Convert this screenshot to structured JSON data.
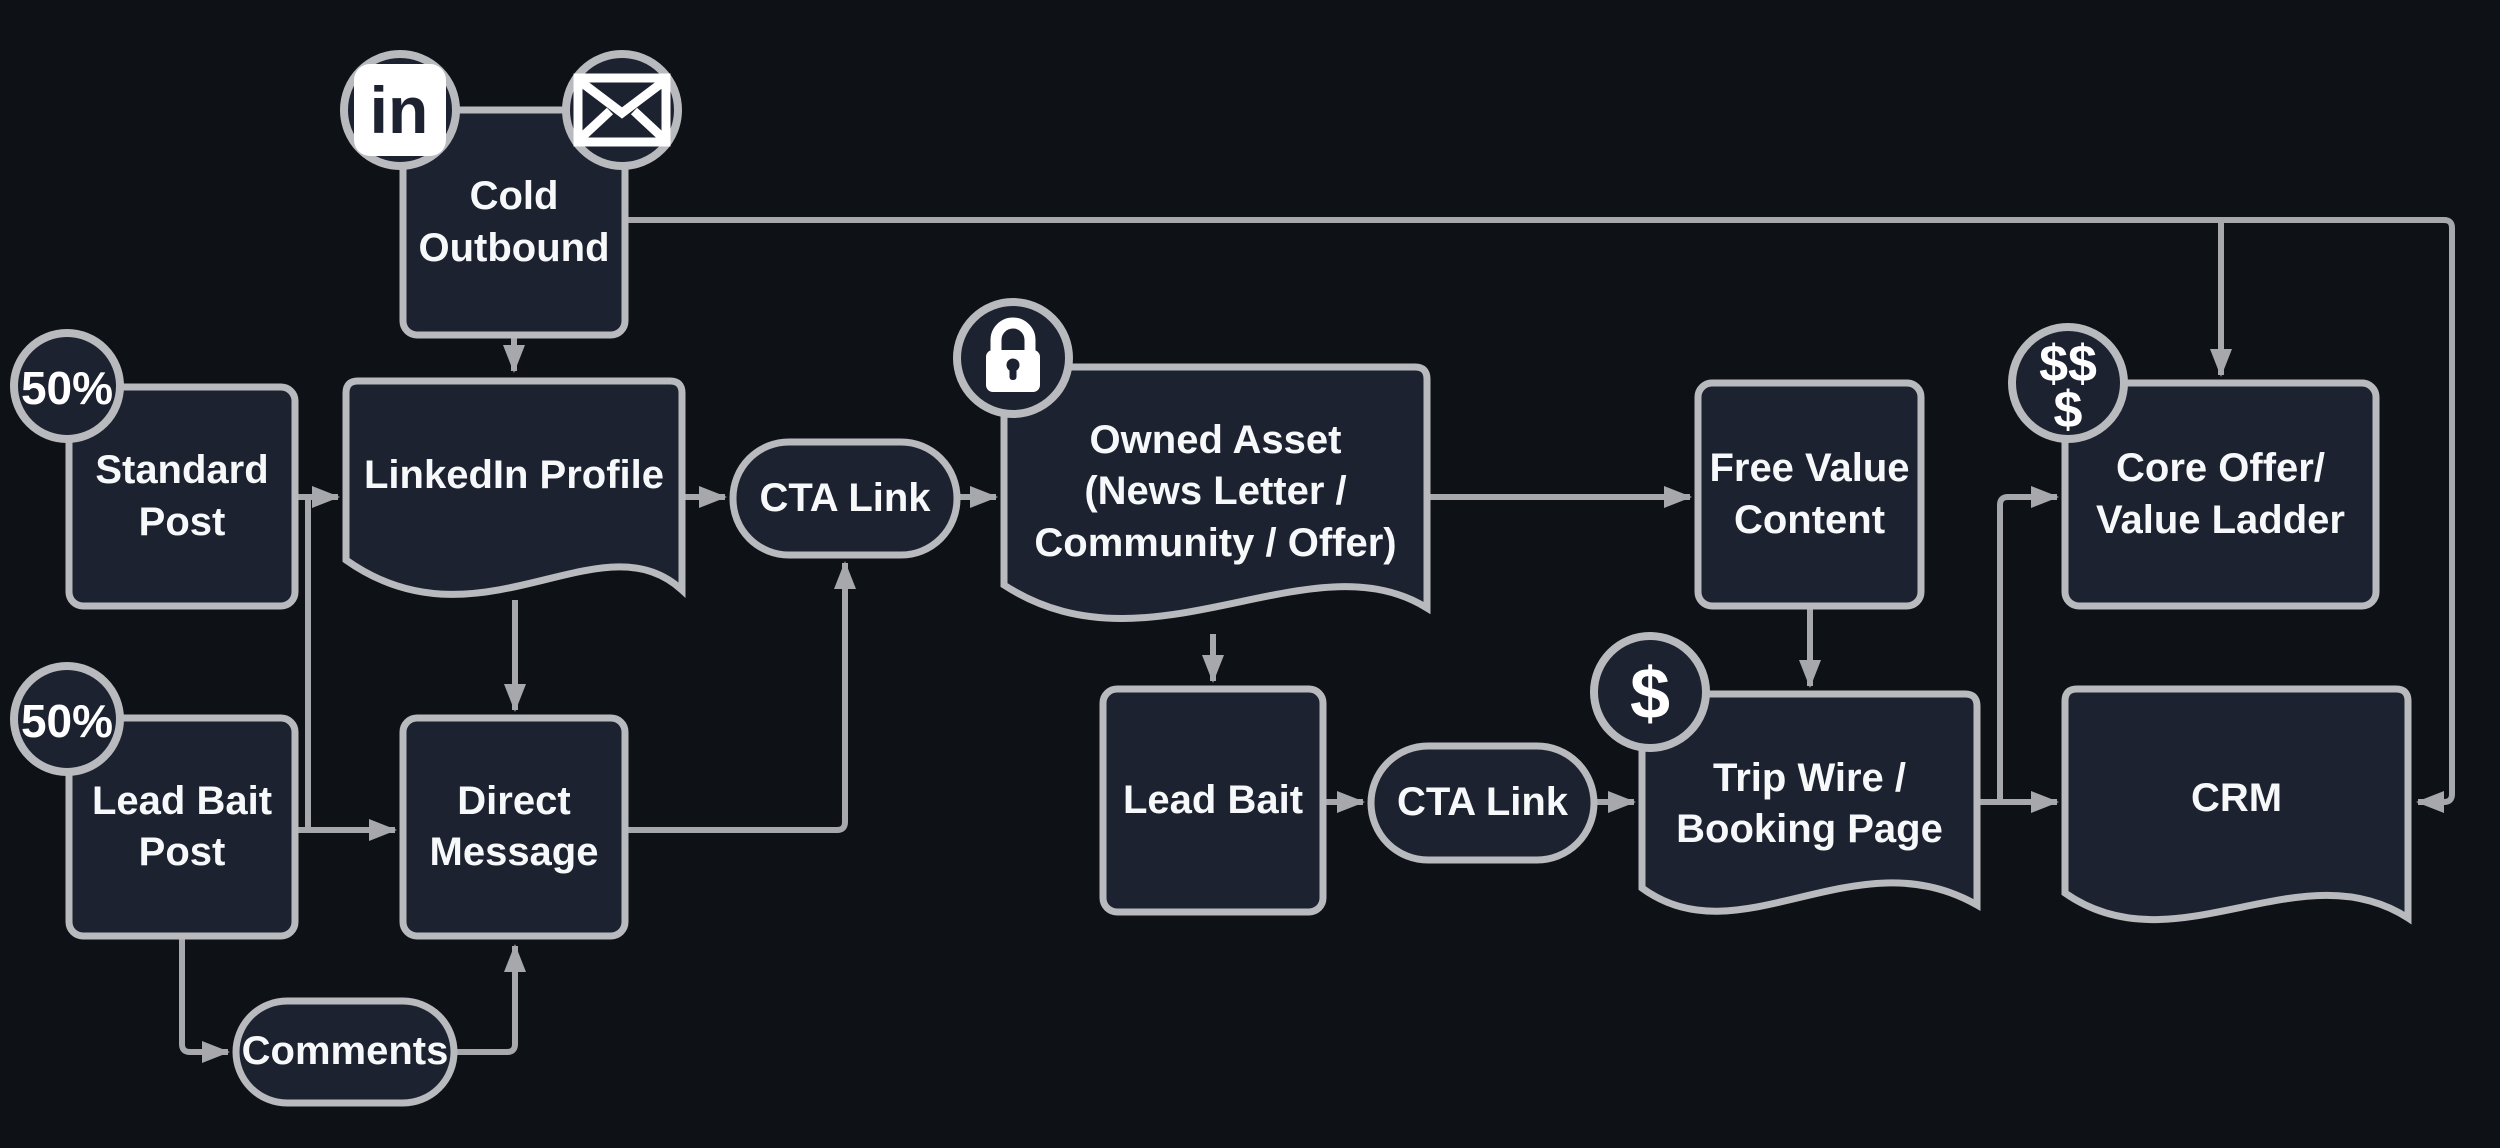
{
  "diagram": {
    "type": "flowchart",
    "colors": {
      "background": "#0e1116",
      "node_fill": "#1d2230",
      "node_border": "#b8babd",
      "connector": "#a6a8ac",
      "text": "#f7f8fa",
      "icon": "#ffffff"
    },
    "nodes": {
      "cold_outbound": {
        "label": "Cold Outbound",
        "lines": [
          "Cold",
          "Outbound"
        ],
        "shape": "rect",
        "icons": [
          "linkedin-icon",
          "envelope-icon"
        ]
      },
      "standard_post": {
        "label": "Standard Post",
        "lines": [
          "Standard",
          "Post"
        ],
        "shape": "rect",
        "badge": "50%"
      },
      "lead_bait_post": {
        "label": "Lead Bait Post",
        "lines": [
          "Lead Bait",
          "Post"
        ],
        "shape": "rect",
        "badge": "50%"
      },
      "linkedin_profile": {
        "label": "LinkedIn Profile",
        "lines": [
          "LinkedIn Profile"
        ],
        "shape": "document"
      },
      "direct_message": {
        "label": "Direct Message",
        "lines": [
          "Direct",
          "Message"
        ],
        "shape": "rect"
      },
      "comments": {
        "label": "Comments",
        "lines": [
          "Comments"
        ],
        "shape": "pill"
      },
      "cta_link_1": {
        "label": "CTA Link",
        "lines": [
          "CTA Link"
        ],
        "shape": "pill"
      },
      "owned_asset": {
        "label": "Owned Asset (News Letter / Community / Offer)",
        "lines": [
          "Owned Asset",
          "(News Letter /",
          "Community / Offer)"
        ],
        "shape": "document",
        "badge_icon": "lock-icon"
      },
      "lead_bait": {
        "label": "Lead Bait",
        "lines": [
          "Lead Bait"
        ],
        "shape": "rect"
      },
      "cta_link_2": {
        "label": "CTA Link",
        "lines": [
          "CTA Link"
        ],
        "shape": "pill"
      },
      "free_value_content": {
        "label": "Free Value Content",
        "lines": [
          "Free Value",
          "Content"
        ],
        "shape": "rect"
      },
      "trip_wire": {
        "label": "Trip Wire / Booking Page",
        "lines": [
          "Trip Wire /",
          "Booking Page"
        ],
        "shape": "document",
        "badge": "$"
      },
      "core_offer": {
        "label": "Core Offer/ Value Ladder",
        "lines": [
          "Core Offer/",
          "Value Ladder"
        ],
        "shape": "rect",
        "badge_lines": [
          "$$",
          "$"
        ]
      },
      "crm": {
        "label": "CRM",
        "lines": [
          "CRM"
        ],
        "shape": "document"
      }
    },
    "icons": {
      "linkedin_glyph": "in"
    },
    "edges": [
      {
        "from": "cold_outbound",
        "to": "linkedin_profile"
      },
      {
        "from": "cold_outbound",
        "to": "core_offer"
      },
      {
        "from": "cold_outbound",
        "to": "crm"
      },
      {
        "from": "standard_post",
        "to": "linkedin_profile"
      },
      {
        "from": "standard_post",
        "to": "direct_message"
      },
      {
        "from": "lead_bait_post",
        "to": "direct_message"
      },
      {
        "from": "lead_bait_post",
        "to": "comments"
      },
      {
        "from": "comments",
        "to": "direct_message"
      },
      {
        "from": "linkedin_profile",
        "to": "direct_message"
      },
      {
        "from": "linkedin_profile",
        "to": "cta_link_1"
      },
      {
        "from": "direct_message",
        "to": "cta_link_1"
      },
      {
        "from": "cta_link_1",
        "to": "owned_asset"
      },
      {
        "from": "owned_asset",
        "to": "lead_bait"
      },
      {
        "from": "owned_asset",
        "to": "free_value_content"
      },
      {
        "from": "lead_bait",
        "to": "cta_link_2"
      },
      {
        "from": "cta_link_2",
        "to": "trip_wire"
      },
      {
        "from": "free_value_content",
        "to": "trip_wire"
      },
      {
        "from": "trip_wire",
        "to": "core_offer"
      },
      {
        "from": "trip_wire",
        "to": "crm"
      }
    ]
  }
}
